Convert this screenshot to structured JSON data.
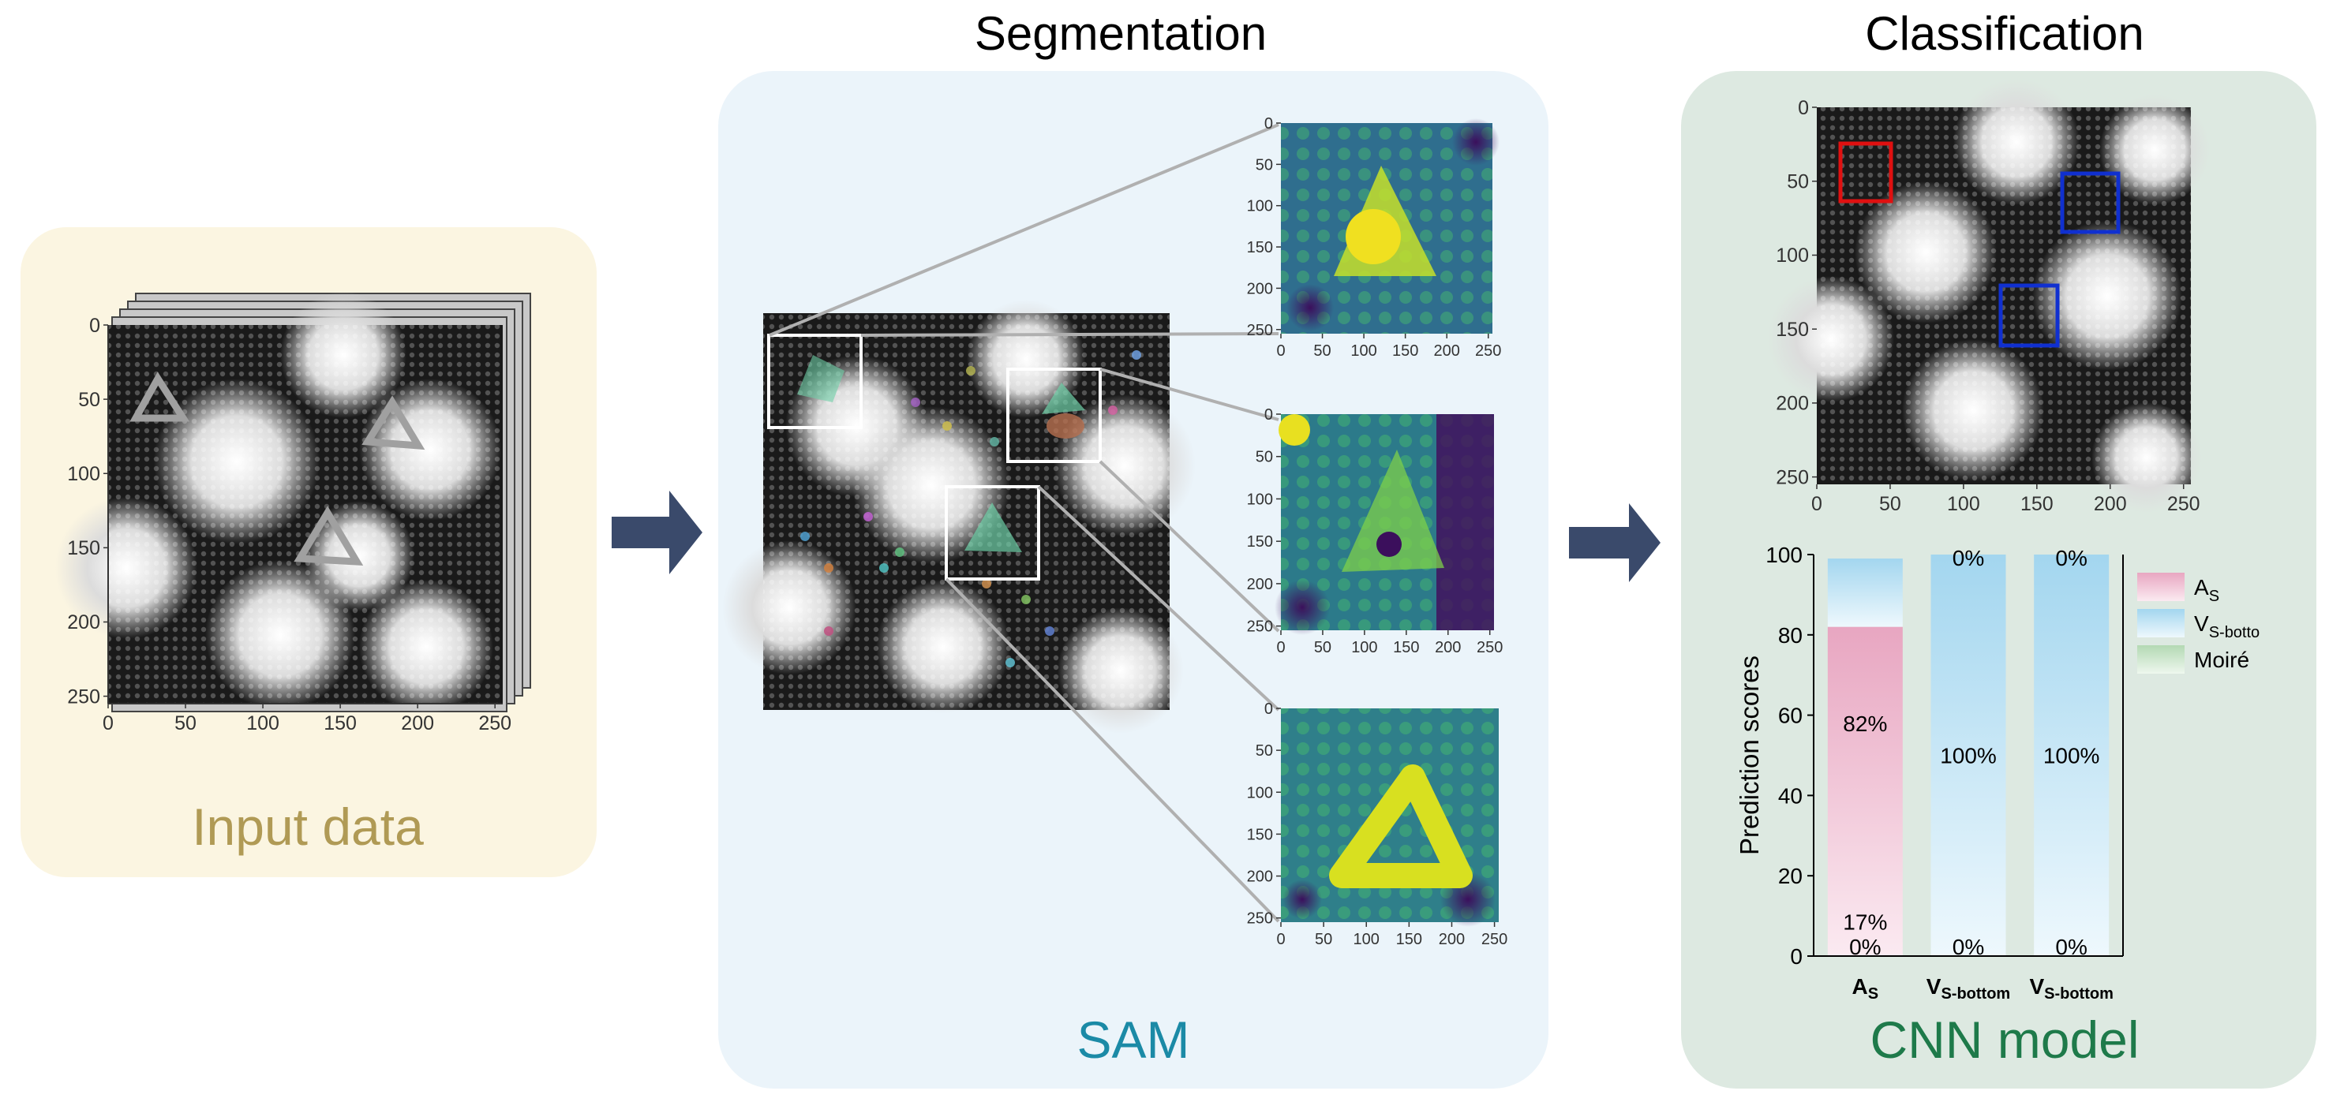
{
  "titles": {
    "segmentation": "Segmentation",
    "classification": "Classification"
  },
  "panels": {
    "input_label": "Input data",
    "sam_label": "SAM",
    "cnn_label": "CNN model"
  },
  "colors": {
    "input_bg": "#fbf5e1",
    "input_label": "#b09a55",
    "seg_bg": "#ebf4fa",
    "sam_label": "#1b8aa6",
    "cls_bg": "#dde9e1",
    "cnn_label": "#1e7a4a",
    "arrow": "#3a4a6b",
    "box_red": "#e01010",
    "box_blue": "#1030d0"
  },
  "image_axes": {
    "ticks": [
      "0",
      "50",
      "100",
      "150",
      "200",
      "250"
    ]
  },
  "chart_data": {
    "type": "bar",
    "stacked": true,
    "ylabel": "Prediction scores",
    "ylim": [
      0,
      100
    ],
    "yticks": [
      0,
      20,
      40,
      60,
      80,
      100
    ],
    "categories": [
      {
        "main": "A",
        "sub": "S"
      },
      {
        "main": "V",
        "sub": "S-bottom"
      },
      {
        "main": "V",
        "sub": "S-bottom"
      }
    ],
    "series": [
      {
        "name_main": "A",
        "name_sub": "S",
        "color": "#eaa8c3",
        "values": [
          82,
          0,
          0
        ],
        "labels": [
          "82%",
          "0%",
          "0%"
        ]
      },
      {
        "name_main": "V",
        "name_sub": "S-botto",
        "color": "#a6d8f0",
        "values": [
          17,
          100,
          100
        ],
        "labels": [
          "17%",
          "100%",
          "100%"
        ]
      },
      {
        "name_main": "Moiré",
        "name_sub": "",
        "color": "#b8dbb8",
        "values": [
          0,
          0,
          0
        ],
        "labels": [
          "0%",
          "0%",
          "0%"
        ]
      }
    ]
  }
}
